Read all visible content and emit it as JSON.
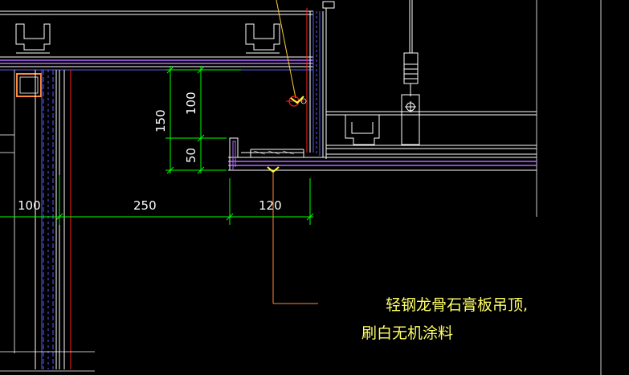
{
  "drawing": {
    "dimensions": {
      "d100_left": "100",
      "d250": "250",
      "d120": "120",
      "d150": "150",
      "d100_vert": "100",
      "d50": "50"
    },
    "annotation": {
      "line1": "轻钢龙骨石膏板吊顶,",
      "line2": "刷白无机涂料"
    },
    "colors": {
      "background": "#000000",
      "dimension": "#00ff00",
      "wall": "#ffffff",
      "slab": "#b36bff",
      "wall_hatch": "#5a5aff",
      "accent_red": "#ff2020",
      "note_text": "#ffff66",
      "leader": "#ff8a3c"
    }
  }
}
